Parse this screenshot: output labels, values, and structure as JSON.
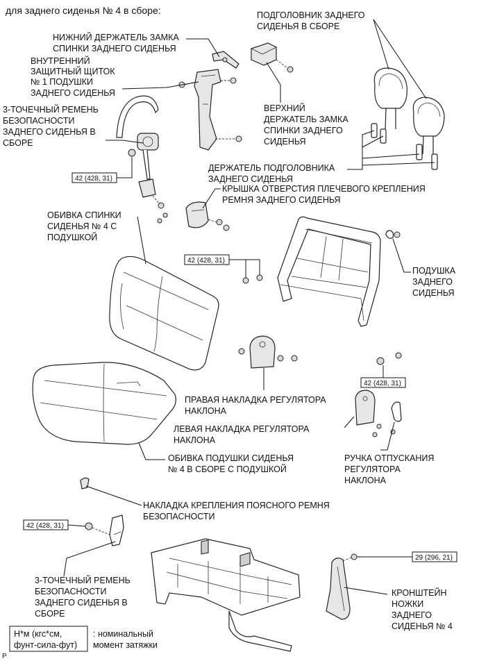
{
  "title": "для заднего сиденья № 4 в сборе:",
  "labels": {
    "lower_lock_retainer": [
      "НИЖНИЙ ДЕРЖАТЕЛЬ ЗАМКА",
      "СПИНКИ ЗАДНЕГО СИДЕНЬЯ"
    ],
    "inner_guard": [
      "ВНУТРЕННИЙ",
      "ЗАЩИТНЫЙ ЩИТОК",
      "№ 1 ПОДУШКИ",
      "ЗАДНЕГО СИДЕНЬЯ"
    ],
    "belt_top": [
      "3-ТОЧЕЧНЫЙ РЕМЕНЬ",
      "БЕЗОПАСНОСТИ",
      "ЗАДНЕГО СИДЕНЬЯ В",
      "СБОРЕ"
    ],
    "headrest": [
      "ПОДГОЛОВНИК ЗАДНЕГО",
      "СИДЕНЬЯ В СБОРЕ"
    ],
    "upper_lock_retainer": [
      "ВЕРХНИЙ",
      "ДЕРЖАТЕЛЬ ЗАМКА",
      "СПИНКИ ЗАДНЕГО",
      "СИДЕНЬЯ"
    ],
    "headrest_support": [
      "ДЕРЖАТЕЛЬ ПОДГОЛОВНИКА",
      "ЗАДНЕГО СИДЕНЬЯ"
    ],
    "shoulder_cover": [
      "КРЫШКА ОТВЕРСТИЯ ПЛЕЧЕВОГО КРЕПЛЕНИЯ",
      "РЕМНЯ ЗАДНЕГО СИДЕНЬЯ"
    ],
    "back_cover": [
      "ОБИВКА СПИНКИ",
      "СИДЕНЬЯ № 4 С",
      "ПОДУШКОЙ"
    ],
    "back_cushion": [
      "ПОДУШКА",
      "ЗАДНЕГО",
      "СИДЕНЬЯ"
    ],
    "right_recliner_cover": [
      "ПРАВАЯ НАКЛАДКА РЕГУЛЯТОРА",
      "НАКЛОНА"
    ],
    "left_recliner_cover": [
      "ЛЕВАЯ НАКЛАДКА РЕГУЛЯТОРА",
      "НАКЛОНА"
    ],
    "release_handle": [
      "РУЧКА ОТПУСКАНИЯ",
      "РЕГУЛЯТОРА",
      "НАКЛОНА"
    ],
    "cushion_cover": [
      "ОБИВКА ПОДУШКИ СИДЕНЬЯ",
      "№ 4 В СБОРЕ С ПОДУШКОЙ"
    ],
    "lap_belt_cover": [
      "НАКЛАДКА КРЕПЛЕНИЯ ПОЯСНОГО РЕМНЯ",
      "БЕЗОПАСНОСТИ"
    ],
    "belt_bottom": [
      "3-ТОЧЕЧНЫЙ РЕМЕНЬ",
      "БЕЗОПАСНОСТИ",
      "ЗАДНЕГО СИДЕНЬЯ В",
      "СБОРЕ"
    ],
    "leg_bracket": [
      "КРОНШТЕЙН",
      "НОЖКИ",
      "ЗАДНЕГО",
      "СИДЕНЬЯ № 4"
    ]
  },
  "torques": {
    "belt_anchor": "42 (428, 31)",
    "frame_upper": "42 (428, 31)",
    "frame_lower": "42 (428, 31)",
    "lap_belt": "42 (428, 31)",
    "leg_bracket": "29 (296, 21)"
  },
  "legend": {
    "box": [
      "Н*м (кгс*см,",
      "фунт-сила-фут)"
    ],
    "text": [
      ": номинальный",
      "момент затяжки"
    ]
  },
  "page_marker": "P"
}
